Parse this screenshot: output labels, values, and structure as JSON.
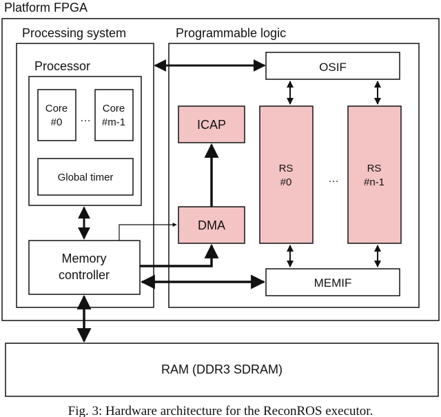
{
  "platform_label": "Platform FPGA",
  "processing_system_label": "Processing system",
  "programmable_logic_label": "Programmable logic",
  "processor_label": "Processor",
  "core0_line1": "Core",
  "core0_line2": "#0",
  "core_ellipsis": "…",
  "corem_line1": "Core",
  "corem_line2": "#m-1",
  "global_timer_label": "Global timer",
  "memory_controller_line1": "Memory",
  "memory_controller_line2": "controller",
  "osif_label": "OSIF",
  "icap_label": "ICAP",
  "dma_label": "DMA",
  "rs0_line1": "RS",
  "rs0_line2": "#0",
  "rs_ellipsis": "…",
  "rsn_line1": "RS",
  "rsn_line2": "#n-1",
  "memif_label": "MEMIF",
  "ram_label": "RAM (DDR3 SDRAM)",
  "caption": "Fig. 3: Hardware architecture for the ReconROS executor.",
  "colors": {
    "accent_fill": "#f4c4c4",
    "stroke": "#111111"
  }
}
